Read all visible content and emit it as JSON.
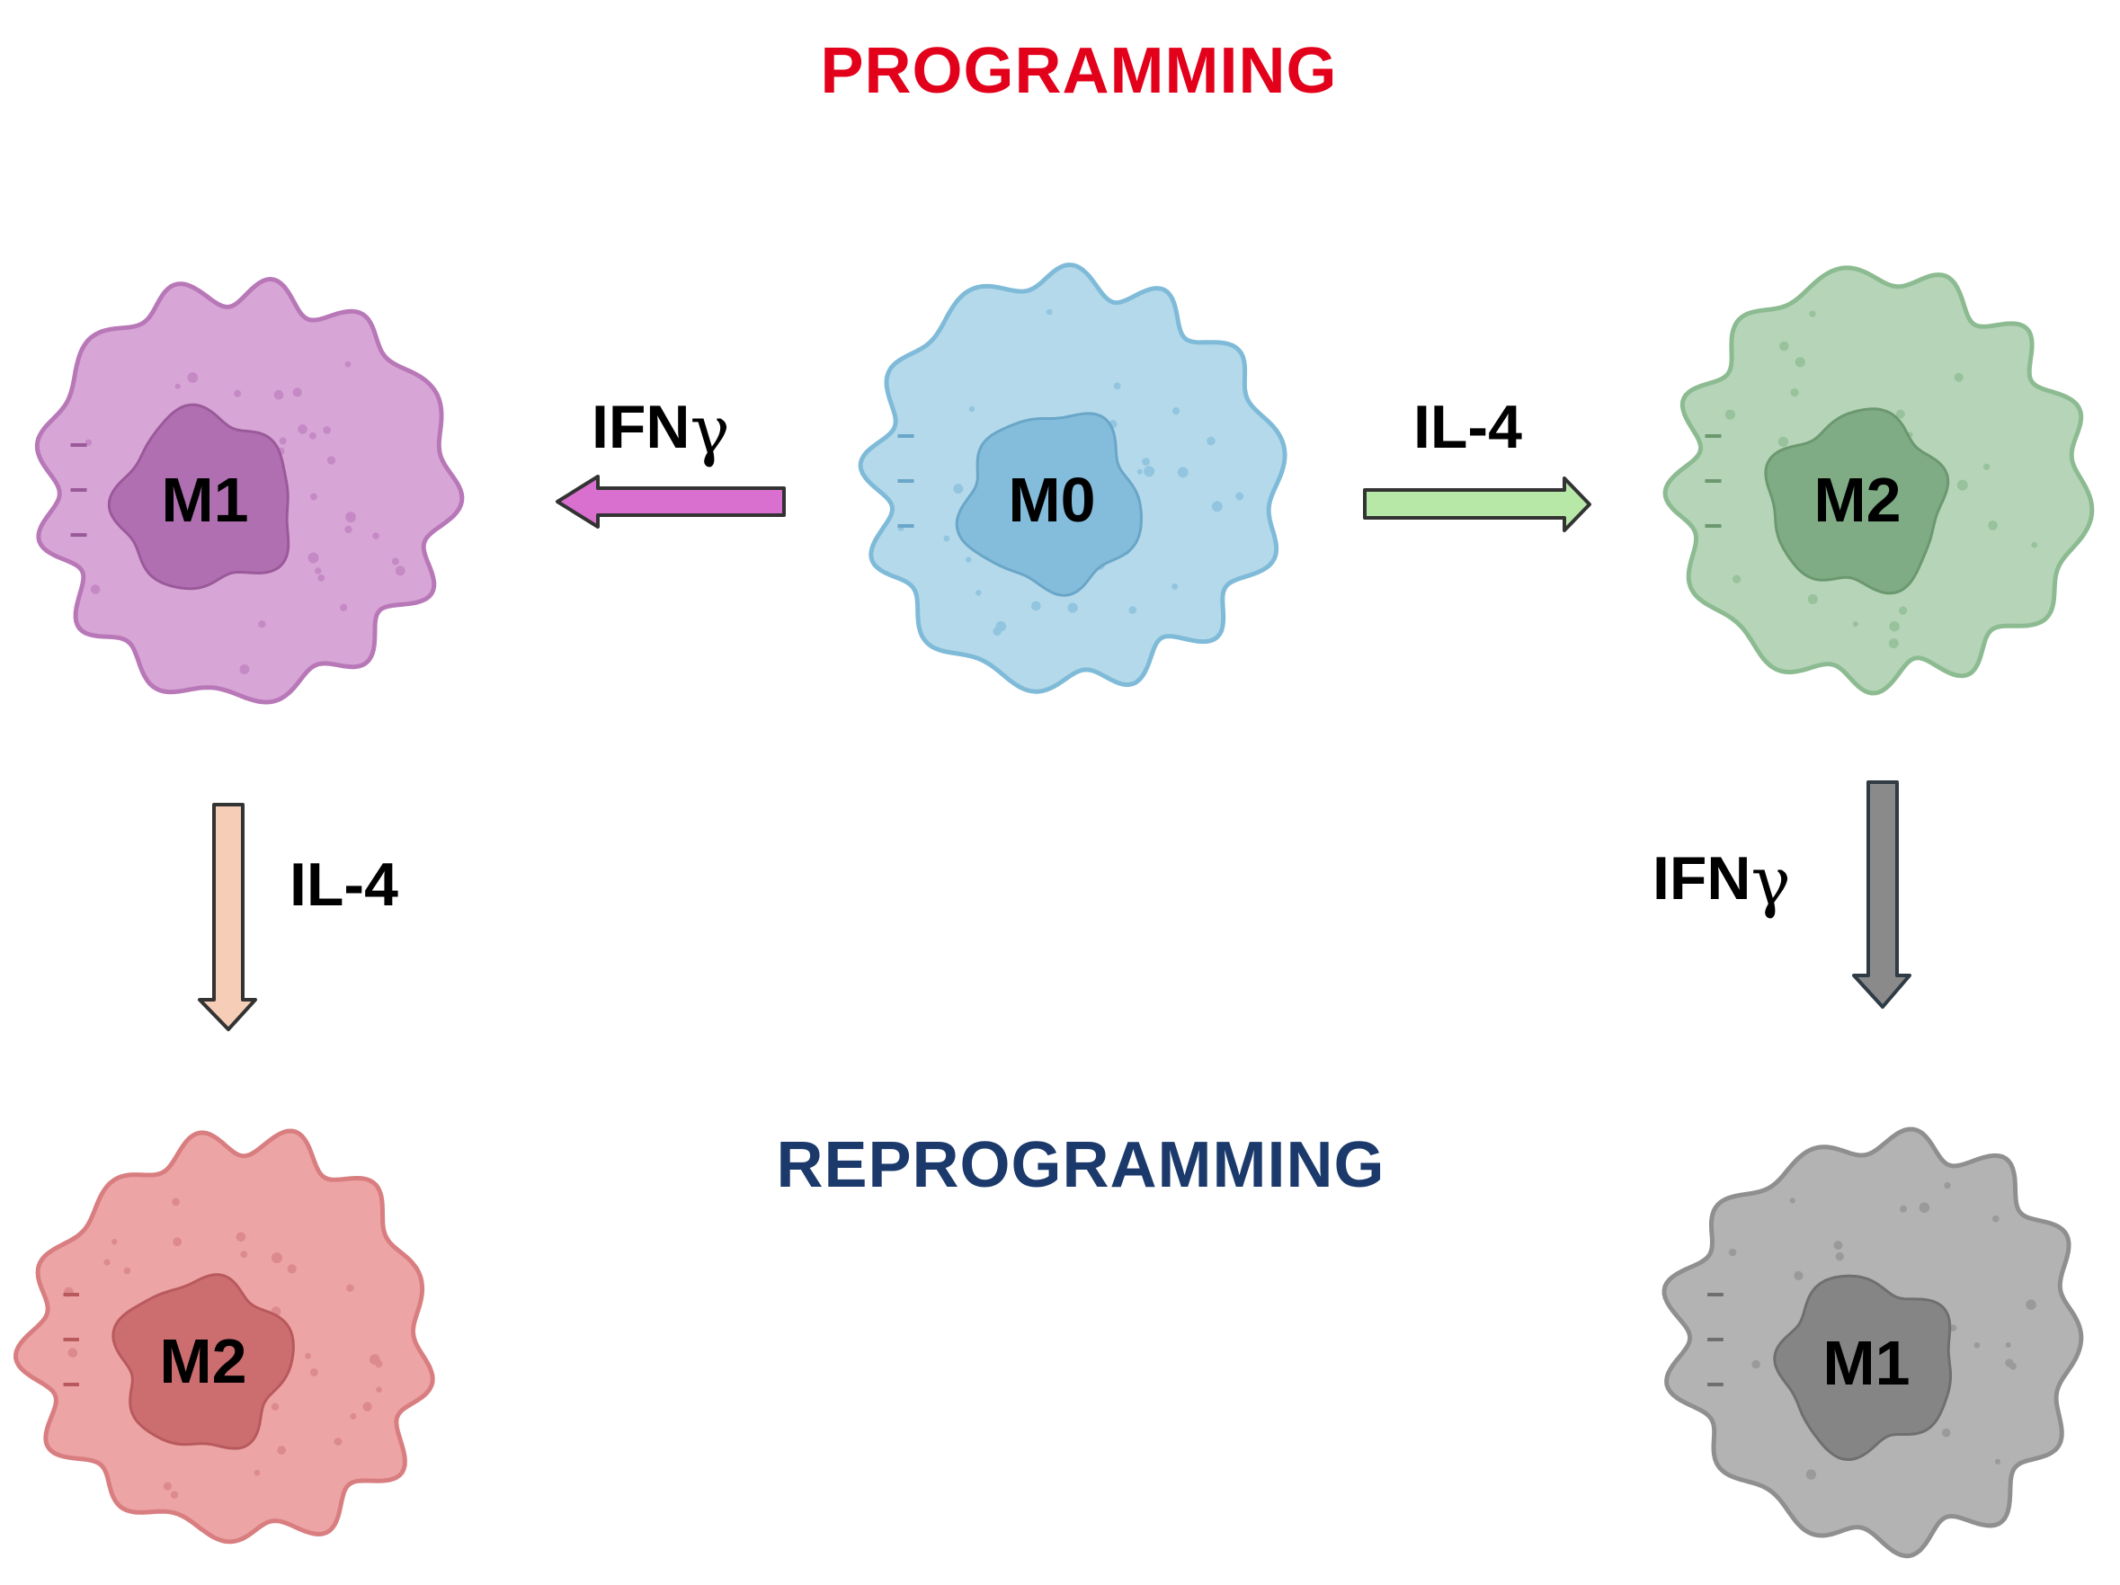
{
  "headings": {
    "top": "PROGRAMMING",
    "middle": "REPROGRAMMING",
    "top_color": "#e2001a",
    "middle_color": "#1b3a6b"
  },
  "cells": {
    "m1_top": {
      "label": "M1",
      "fill": "#d7a6d6",
      "stroke": "#b878b8",
      "nucleus": "#b06fb0",
      "nucleus_stroke": "#9a5a9a",
      "dots": "#c58ac5"
    },
    "m0": {
      "label": "M0",
      "fill": "#b4d9ea",
      "stroke": "#7fbbd8",
      "nucleus": "#84bcdb",
      "nucleus_stroke": "#6aa6c8",
      "dots": "#92c5df"
    },
    "m2_top": {
      "label": "M2",
      "fill": "#b5d4b8",
      "stroke": "#8dbb91",
      "nucleus": "#7fac84",
      "nucleus_stroke": "#6b986f",
      "dots": "#98c29c"
    },
    "m2_bottom": {
      "label": "M2",
      "fill": "#eda4a5",
      "stroke": "#d97e80",
      "nucleus": "#cc6d70",
      "nucleus_stroke": "#b85a5d",
      "dots": "#dc8a8c"
    },
    "m1_bottom": {
      "label": "M1",
      "fill": "#b3b3b3",
      "stroke": "#8f8f8f",
      "nucleus": "#858585",
      "nucleus_stroke": "#6f6f6f",
      "dots": "#9a9a9a"
    }
  },
  "arrows": {
    "to_m1": {
      "label": "IFN",
      "symbol": "γ",
      "fill": "#d96fcf",
      "stroke": "#333333"
    },
    "to_m2": {
      "label": "IL-4",
      "fill": "#b7e8a7",
      "stroke": "#333333"
    },
    "m1_to_m2": {
      "label": "IL-4",
      "fill": "#f6cdb7",
      "stroke": "#333333"
    },
    "m2_to_m1": {
      "label": "IFN",
      "symbol": "γ",
      "fill": "#8a8a8a",
      "stroke": "#2f3b45"
    }
  }
}
